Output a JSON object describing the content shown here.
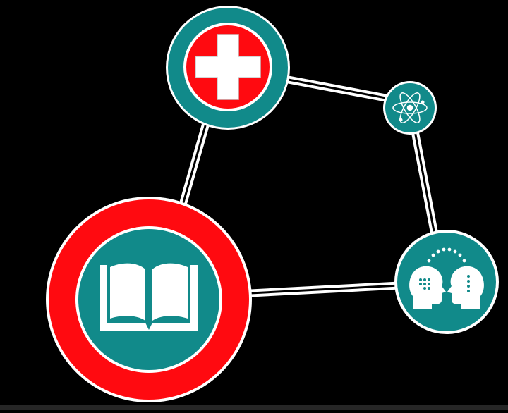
{
  "diagram": {
    "type": "network",
    "colors": {
      "background": "#000000",
      "teal": "#118a8a",
      "red": "#ff0a10",
      "outline": "#ffffff",
      "icon": "#ffffff",
      "footer_strip": "#262626"
    },
    "nodes": [
      {
        "id": "health",
        "icon": "medical-cross-icon",
        "ring_color": "#118a8a",
        "fill_color": "#ff0a10"
      },
      {
        "id": "science",
        "icon": "atom-icon",
        "ring_color": "#118a8a",
        "fill_color": "#118a8a"
      },
      {
        "id": "education",
        "icon": "open-book-icon",
        "ring_color": "#ff0a10",
        "fill_color": "#118a8a"
      },
      {
        "id": "communication",
        "icon": "two-heads-exchange-icon",
        "ring_color": "#118a8a",
        "fill_color": "#118a8a"
      }
    ],
    "edges": [
      {
        "from": "health",
        "to": "science",
        "style": "double-line"
      },
      {
        "from": "health",
        "to": "education",
        "style": "double-line"
      },
      {
        "from": "science",
        "to": "communication",
        "style": "double-line"
      },
      {
        "from": "education",
        "to": "communication",
        "style": "double-line"
      }
    ]
  }
}
